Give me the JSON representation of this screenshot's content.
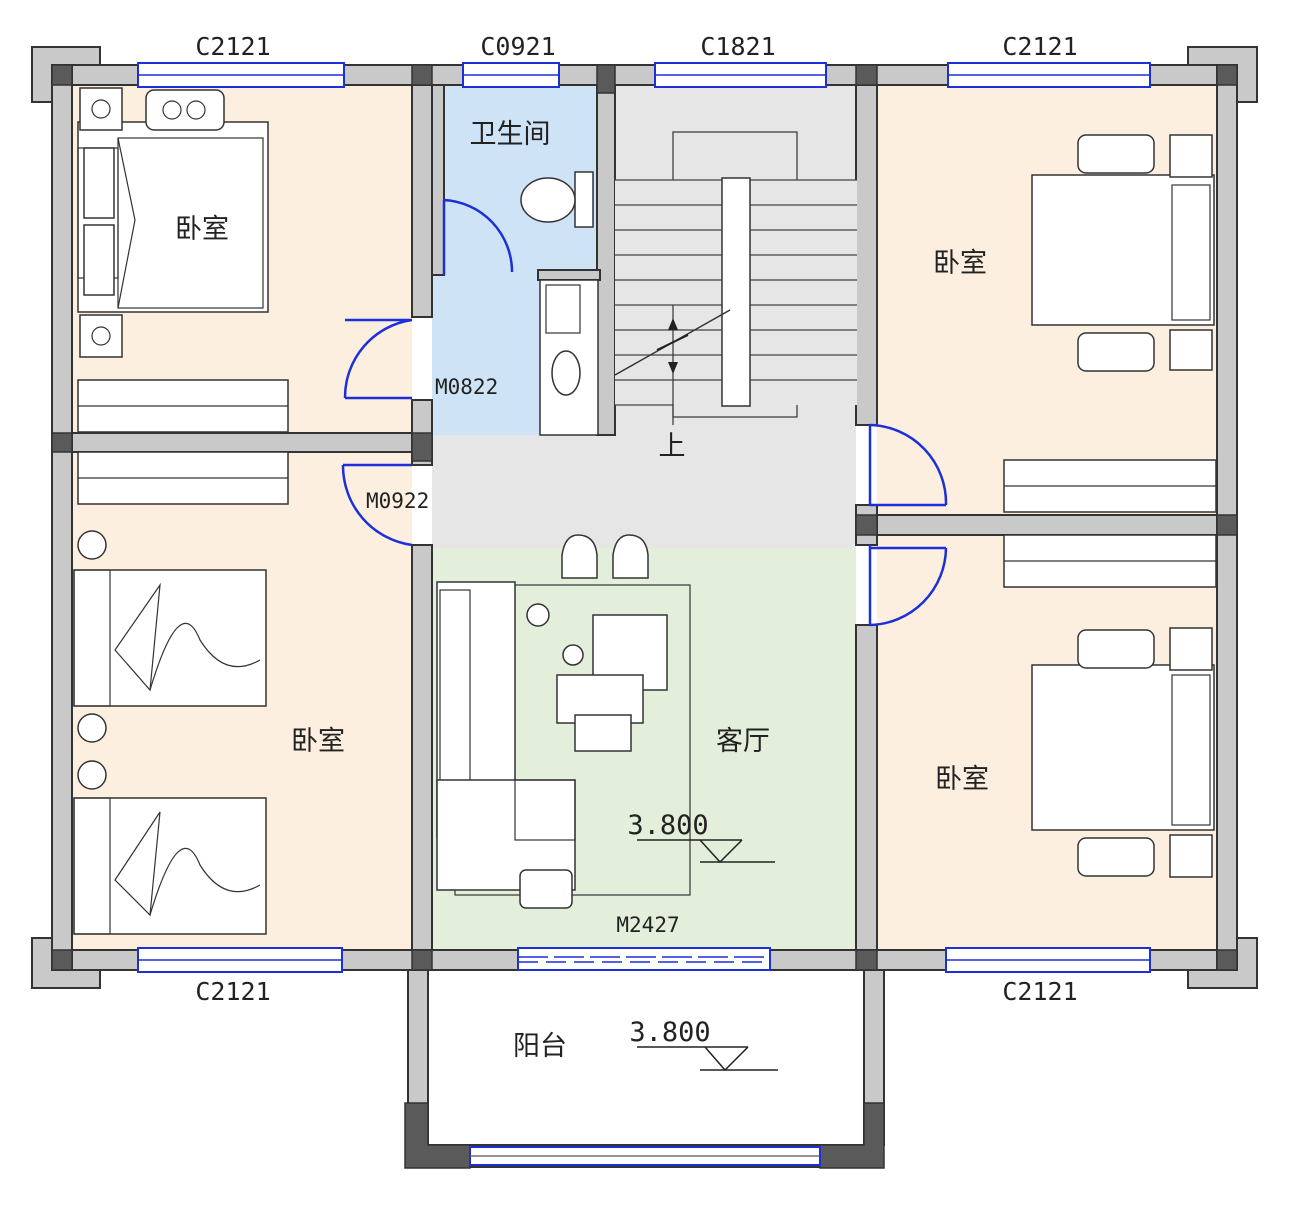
{
  "windows": {
    "top_left": "C2121",
    "top_bath": "C0921",
    "top_stair": "C1821",
    "top_right": "C2121",
    "bottom_left": "C2121",
    "bottom_right": "C2121"
  },
  "doors": {
    "bedroom_nw": "M0822",
    "bedroom_sw": "M0922",
    "balcony": "M2427"
  },
  "rooms": {
    "bedroom_nw": "卧室",
    "bathroom": "卫生间",
    "bedroom_ne": "卧室",
    "bedroom_sw": "卧室",
    "living": "客厅",
    "bedroom_se": "卧室",
    "balcony": "阳台"
  },
  "stair_up": "上",
  "elevations": {
    "living": "3.800",
    "balcony": "3.800"
  },
  "colors": {
    "bedroom_fill": "#fcefdf",
    "bathroom_fill": "#cfe3f6",
    "hall_fill": "#e6e6e6",
    "living_fill": "#e3efdb",
    "wall_fill": "#c9c9c9",
    "window_color": "#1c2fd8"
  }
}
